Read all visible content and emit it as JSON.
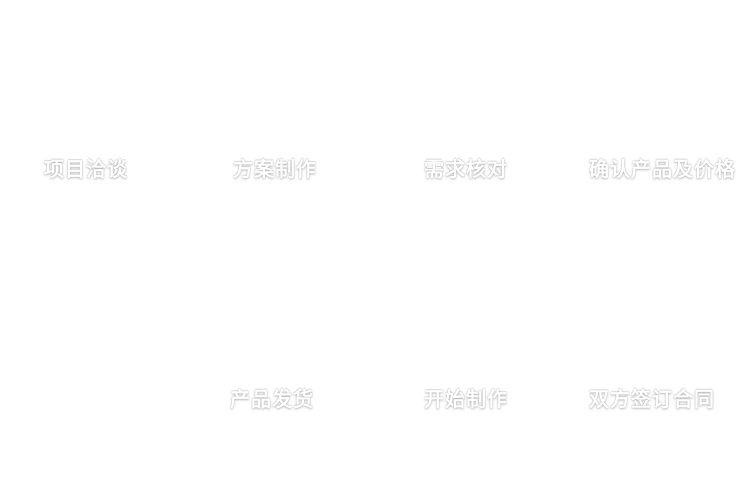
{
  "page": {
    "background_color": "#ffffff",
    "label_color": "#ffffff"
  },
  "flow": {
    "type": "process-flow",
    "top_row": [
      "项目洽谈",
      "方案制作",
      "需求核对",
      "确认产品及价格"
    ],
    "bottom_row": [
      "产品发货",
      "开始制作",
      "双方签订合同"
    ]
  }
}
